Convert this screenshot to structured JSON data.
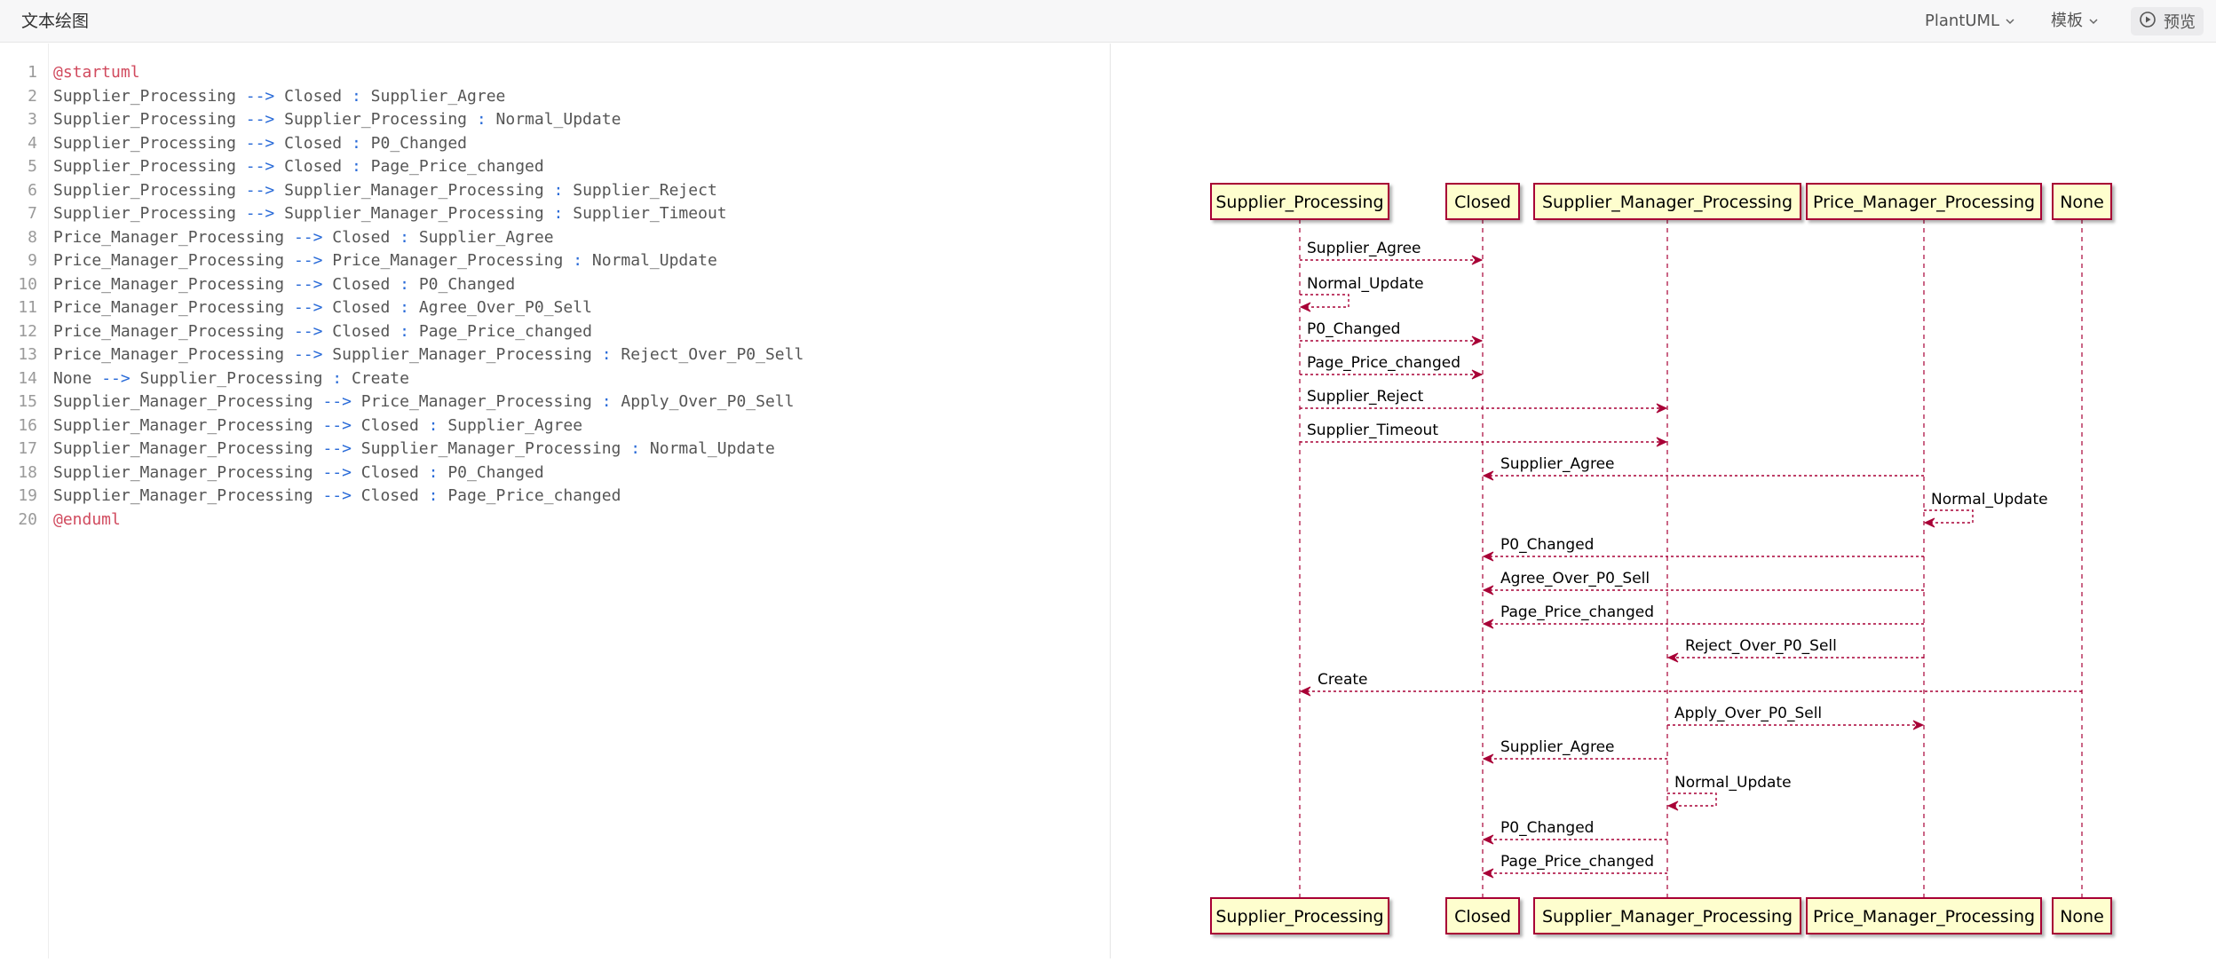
{
  "app": {
    "title": "文本绘图"
  },
  "toolbar": {
    "language_label": "PlantUML",
    "template_label": "模板",
    "preview_label": "预览"
  },
  "editor": {
    "lines": [
      {
        "num": "1",
        "text": "@startuml"
      },
      {
        "num": "2",
        "text": "Supplier_Processing --> Closed : Supplier_Agree"
      },
      {
        "num": "3",
        "text": "Supplier_Processing --> Supplier_Processing : Normal_Update"
      },
      {
        "num": "4",
        "text": "Supplier_Processing --> Closed : P0_Changed"
      },
      {
        "num": "5",
        "text": "Supplier_Processing --> Closed : Page_Price_changed"
      },
      {
        "num": "6",
        "text": "Supplier_Processing --> Supplier_Manager_Processing : Supplier_Reject"
      },
      {
        "num": "7",
        "text": "Supplier_Processing --> Supplier_Manager_Processing : Supplier_Timeout"
      },
      {
        "num": "8",
        "text": "Price_Manager_Processing --> Closed : Supplier_Agree"
      },
      {
        "num": "9",
        "text": "Price_Manager_Processing --> Price_Manager_Processing : Normal_Update"
      },
      {
        "num": "10",
        "text": "Price_Manager_Processing --> Closed : P0_Changed"
      },
      {
        "num": "11",
        "text": "Price_Manager_Processing --> Closed : Agree_Over_P0_Sell"
      },
      {
        "num": "12",
        "text": "Price_Manager_Processing --> Closed : Page_Price_changed"
      },
      {
        "num": "13",
        "text": "Price_Manager_Processing --> Supplier_Manager_Processing : Reject_Over_P0_Sell"
      },
      {
        "num": "14",
        "text": "None --> Supplier_Processing : Create"
      },
      {
        "num": "15",
        "text": "Supplier_Manager_Processing --> Price_Manager_Processing : Apply_Over_P0_Sell"
      },
      {
        "num": "16",
        "text": "Supplier_Manager_Processing --> Closed : Supplier_Agree"
      },
      {
        "num": "17",
        "text": "Supplier_Manager_Processing --> Supplier_Manager_Processing : Normal_Update"
      },
      {
        "num": "18",
        "text": "Supplier_Manager_Processing --> Closed : P0_Changed"
      },
      {
        "num": "19",
        "text": "Supplier_Manager_Processing --> Closed : Page_Price_changed"
      },
      {
        "num": "20",
        "text": "@enduml"
      }
    ]
  },
  "diagram": {
    "participants": [
      {
        "id": "sp",
        "label": "Supplier_Processing"
      },
      {
        "id": "cl",
        "label": "Closed"
      },
      {
        "id": "smp",
        "label": "Supplier_Manager_Processing"
      },
      {
        "id": "pmp",
        "label": "Price_Manager_Processing"
      },
      {
        "id": "none",
        "label": "None"
      }
    ],
    "messages": [
      {
        "from": "sp",
        "to": "cl",
        "label": "Supplier_Agree"
      },
      {
        "from": "sp",
        "to": "sp",
        "label": "Normal_Update"
      },
      {
        "from": "sp",
        "to": "cl",
        "label": "P0_Changed"
      },
      {
        "from": "sp",
        "to": "cl",
        "label": "Page_Price_changed"
      },
      {
        "from": "sp",
        "to": "smp",
        "label": "Supplier_Reject"
      },
      {
        "from": "sp",
        "to": "smp",
        "label": "Supplier_Timeout"
      },
      {
        "from": "pmp",
        "to": "cl",
        "label": "Supplier_Agree"
      },
      {
        "from": "pmp",
        "to": "pmp",
        "label": "Normal_Update"
      },
      {
        "from": "pmp",
        "to": "cl",
        "label": "P0_Changed"
      },
      {
        "from": "pmp",
        "to": "cl",
        "label": "Agree_Over_P0_Sell"
      },
      {
        "from": "pmp",
        "to": "cl",
        "label": "Page_Price_changed"
      },
      {
        "from": "pmp",
        "to": "smp",
        "label": "Reject_Over_P0_Sell"
      },
      {
        "from": "none",
        "to": "sp",
        "label": "Create"
      },
      {
        "from": "smp",
        "to": "pmp",
        "label": "Apply_Over_P0_Sell"
      },
      {
        "from": "smp",
        "to": "cl",
        "label": "Supplier_Agree"
      },
      {
        "from": "smp",
        "to": "smp",
        "label": "Normal_Update"
      },
      {
        "from": "smp",
        "to": "cl",
        "label": "P0_Changed"
      },
      {
        "from": "smp",
        "to": "cl",
        "label": "Page_Price_changed"
      }
    ],
    "colors": {
      "participant_fill": "#fefece",
      "participant_border": "#a80036",
      "lifeline": "#a80036",
      "arrow": "#a80036"
    }
  }
}
